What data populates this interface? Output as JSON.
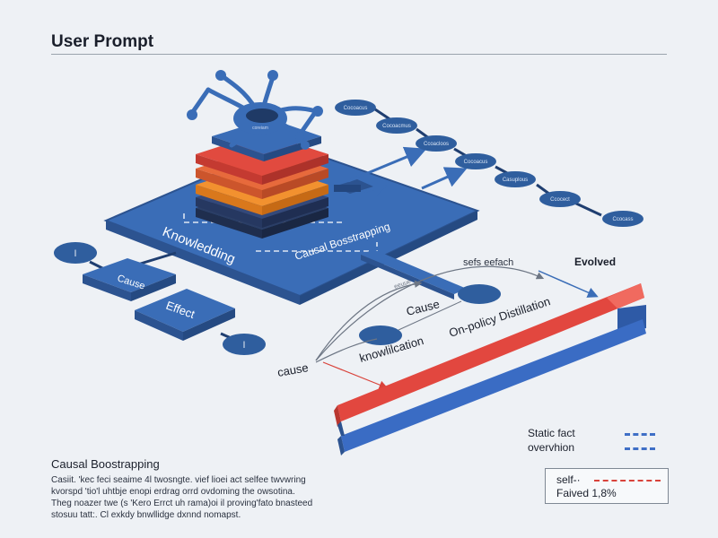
{
  "header": {
    "title": "User Prompt"
  },
  "diagram": {
    "platform_labels": {
      "knowledge": "Knowledding",
      "causal": "Causal Bosstrapping"
    },
    "side_boxes": {
      "cause": "Cause",
      "effect": "Effect"
    },
    "side_nodes": {
      "top": "l",
      "bottom": "l"
    },
    "chain_nodes": [
      "Cocoacus",
      "Cocoacmus",
      "Ccoacloos",
      "Cocoacus",
      "Casuplous",
      "Ccocect",
      "Ccocass"
    ],
    "neuron_label": "coreiam",
    "pipeline": {
      "top_label": "sefs eefach",
      "evolved_label": "Evolved",
      "cause_upper": "Cause",
      "cause_lower": "cause",
      "knowledge": "knowlilcation",
      "distillation": "On-policy Distillation",
      "small_label": "eeuue"
    },
    "colors": {
      "platform": "#3a6db7",
      "platform_dark": "#2c5390",
      "layer_red": "#e14a3f",
      "layer_orange": "#f2912f",
      "layer_navy": "#2b3e66",
      "bar_red": "#e2473f",
      "bar_blue": "#3a6cc4",
      "node_blue": "#2f5e9e"
    }
  },
  "caption": {
    "title": "Causal Boostrapping",
    "lines": [
      "Casiit. 'kec feci seaime 4l twosngte. vief lioei act selfee twvwring",
      "kvorspd 'tio'l uhtbje enopi erdrag orrd ovdoming the owsotina.",
      "Theg noazer twe (s 'Kero Errct uh rama)oi il proving'fato bnasteed",
      "stosuu tatt:. Cl exkdy bnwllidge dxnnd nomapst."
    ]
  },
  "legend": {
    "static_fact": "Static fact",
    "overview": "overvhion",
    "self": "self-·",
    "evolved": "Faived 1,8%"
  }
}
